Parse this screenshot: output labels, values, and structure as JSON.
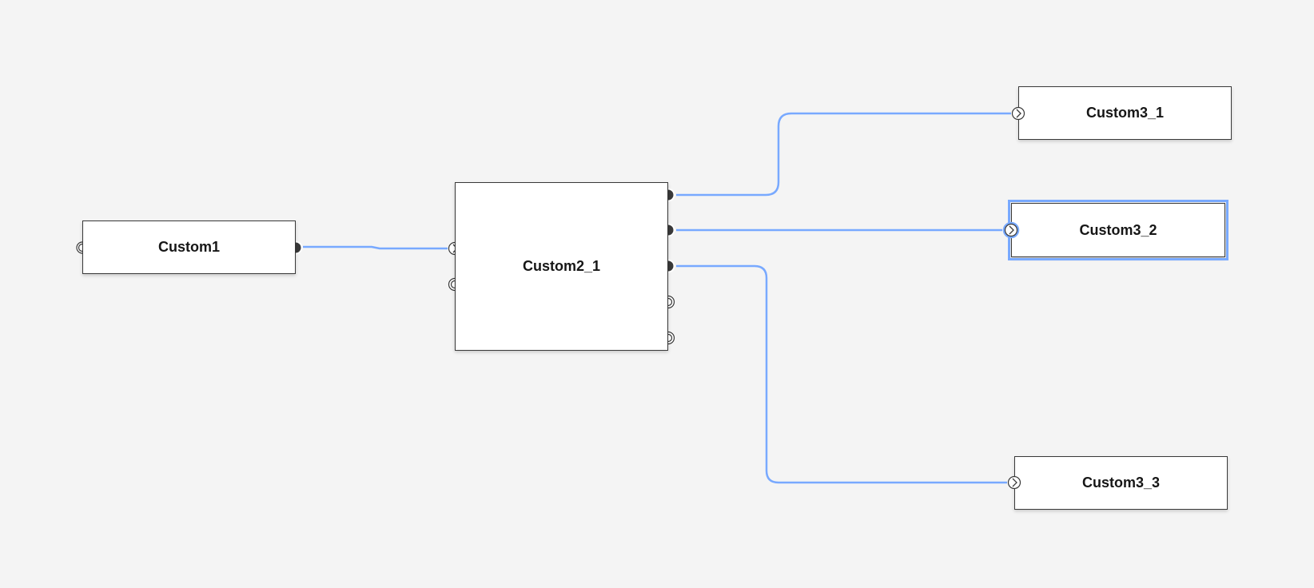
{
  "canvas": {
    "background": "#f4f4f4",
    "link_color": "#78a9ff",
    "selection_color": "#78a9ff"
  },
  "nodes": {
    "custom1": {
      "label": "Custom1"
    },
    "custom2_1": {
      "label": "Custom2_1"
    },
    "custom3_1": {
      "label": "Custom3_1"
    },
    "custom3_2": {
      "label": "Custom3_2",
      "selected": true
    },
    "custom3_3": {
      "label": "Custom3_3"
    }
  },
  "links": [
    {
      "from": "Custom1",
      "to": "Custom2_1"
    },
    {
      "from": "Custom2_1",
      "to": "Custom3_1"
    },
    {
      "from": "Custom2_1",
      "to": "Custom3_2"
    },
    {
      "from": "Custom2_1",
      "to": "Custom3_3"
    }
  ]
}
